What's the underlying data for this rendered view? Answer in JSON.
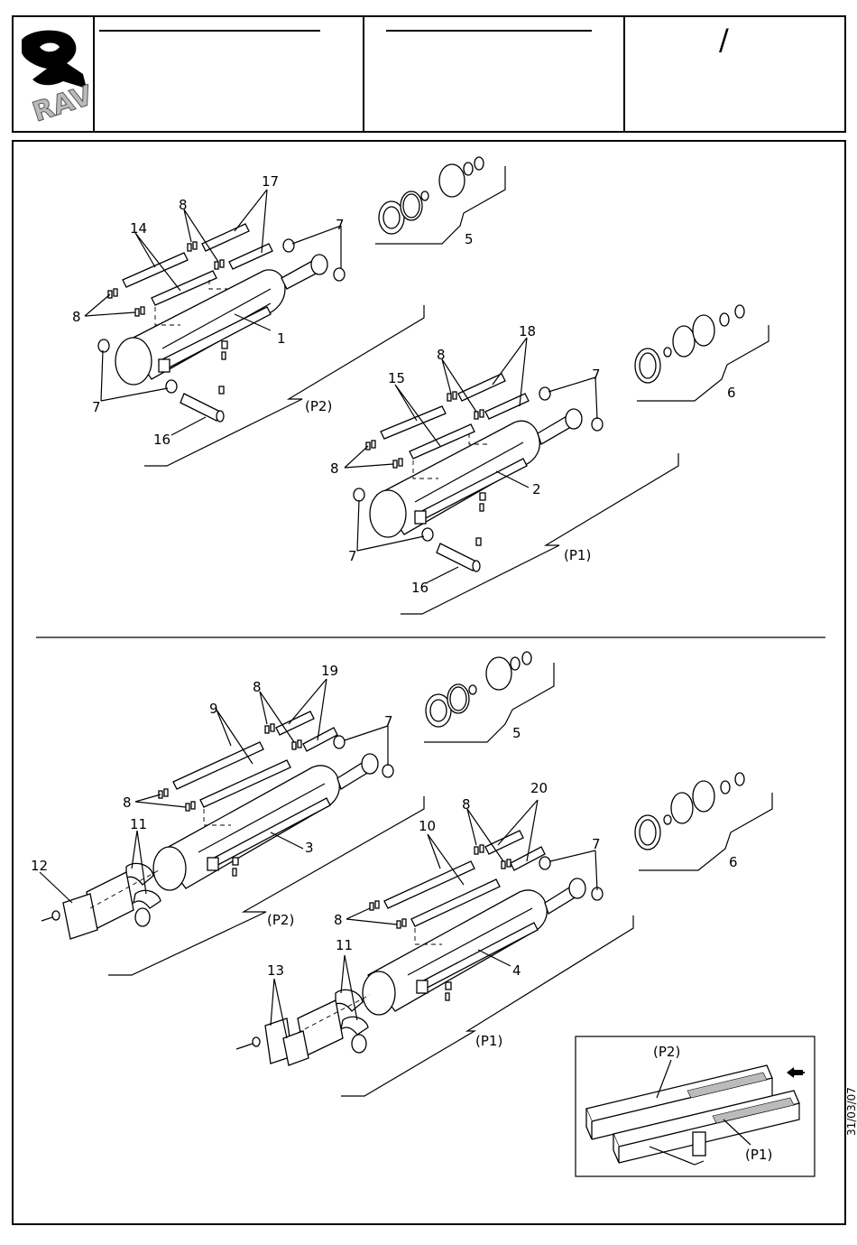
{
  "date_stamp": "31/03/07",
  "header": {
    "logo_text": "RAV",
    "revision_mark": "/"
  },
  "top_section": {
    "callouts": {
      "c1": "1",
      "c2": "2",
      "c5": "5",
      "c6": "6",
      "c7a": "7",
      "c7b": "7",
      "c7c": "7",
      "c7d": "7",
      "c8a": "8",
      "c8b": "8",
      "c8c": "8",
      "c8d": "8",
      "c14": "14",
      "c15": "15",
      "c16a": "16",
      "c16b": "16",
      "c17": "17",
      "c18": "18"
    },
    "groups": {
      "p2": "(P2)",
      "p1": "(P1)"
    }
  },
  "bottom_section": {
    "callouts": {
      "c3": "3",
      "c4": "4",
      "c5": "5",
      "c6": "6",
      "c7a": "7",
      "c7b": "7",
      "c8a": "8",
      "c8b": "8",
      "c8c": "8",
      "c8d": "8",
      "c9": "9",
      "c10": "10",
      "c11a": "11",
      "c11b": "11",
      "c12": "12",
      "c13": "13",
      "c19": "19",
      "c20": "20"
    },
    "groups": {
      "p2": "(P2)",
      "p1": "(P1)"
    }
  },
  "inset": {
    "p2": "(P2)",
    "p1": "(P1)"
  }
}
